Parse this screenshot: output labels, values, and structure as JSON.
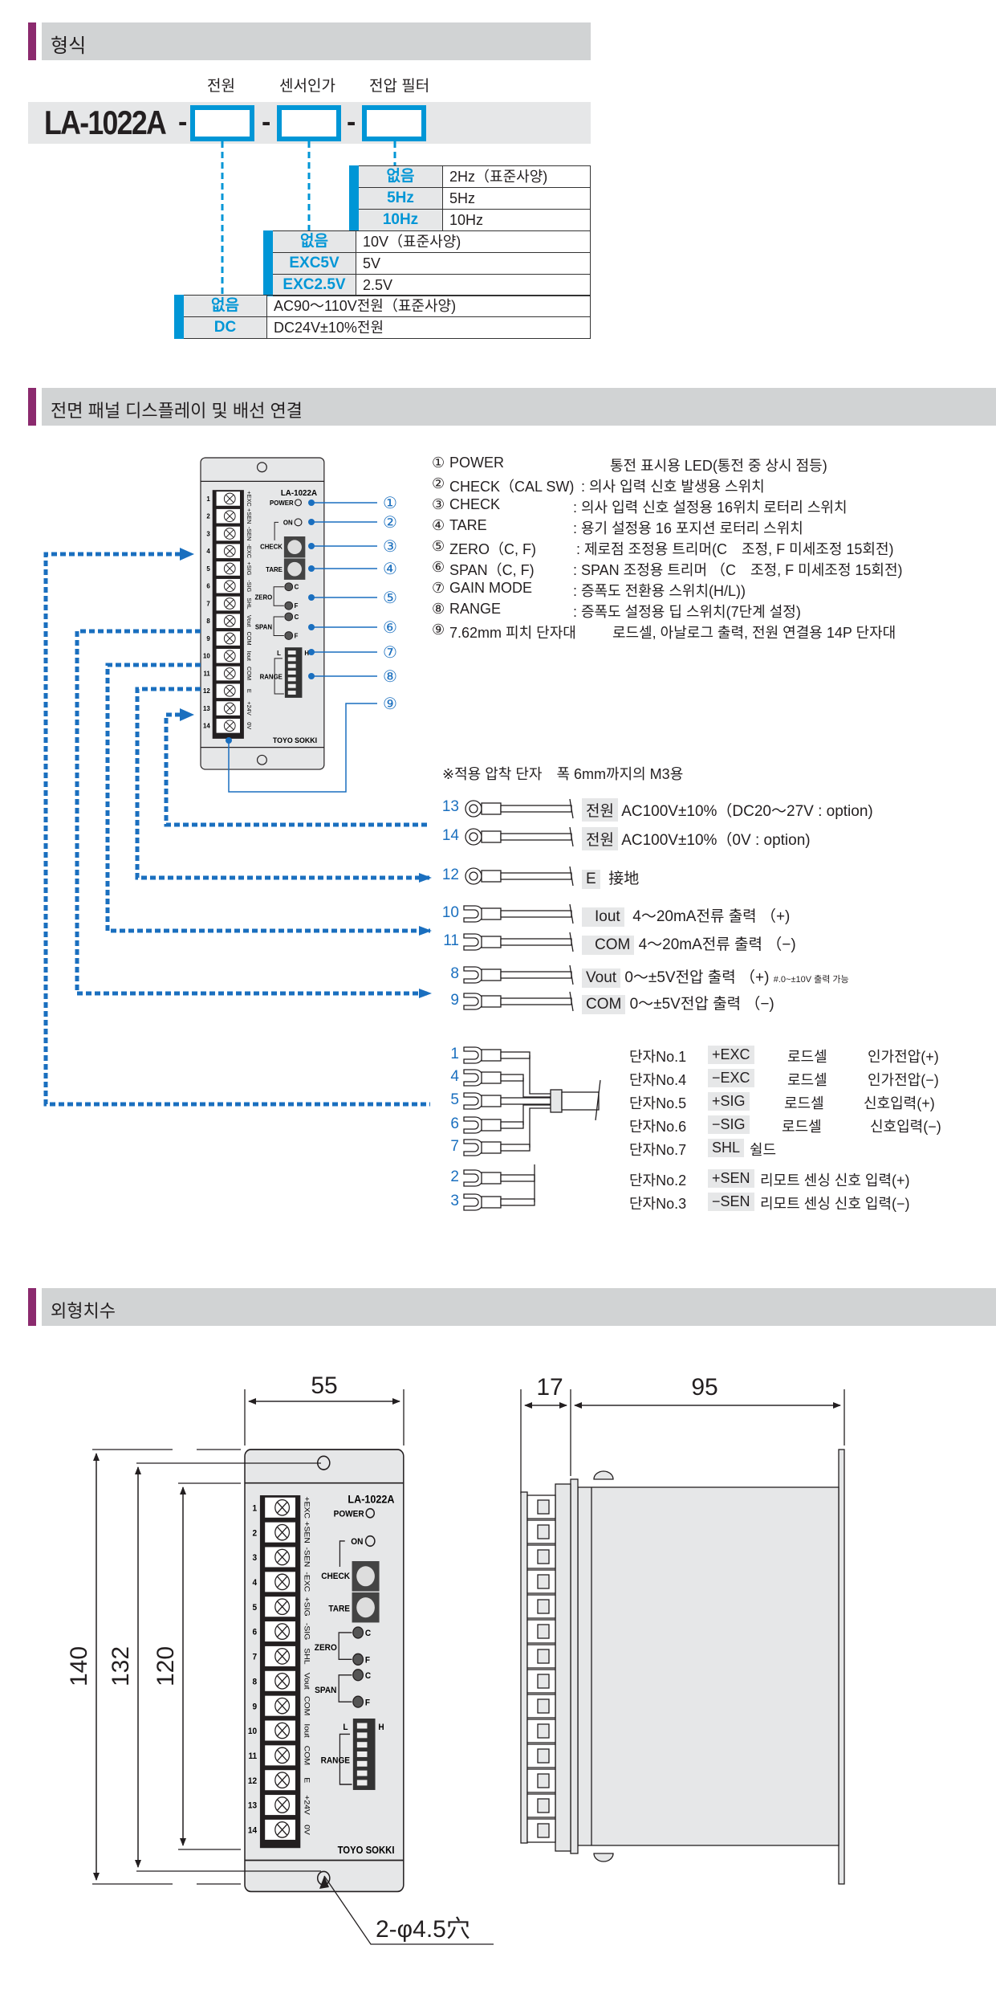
{
  "sections": {
    "format": "형식",
    "panel": "전면 패널 디스플레이 및 배선 연결",
    "dimensions": "외형치수"
  },
  "model": {
    "name": "LA-1022A",
    "separator": "-",
    "option_labels": [
      "전원",
      "센서인가",
      "전압 필터"
    ]
  },
  "option_tables": {
    "filter": [
      {
        "code": "없음",
        "value": "2Hz（표준사양)"
      },
      {
        "code": "5Hz",
        "value": "5Hz"
      },
      {
        "code": "10Hz",
        "value": "10Hz"
      }
    ],
    "sensor": [
      {
        "code": "없음",
        "value": "10V（표준사양)"
      },
      {
        "code": "EXC5V",
        "value": "5V"
      },
      {
        "code": "EXC2.5V",
        "value": "2.5V"
      }
    ],
    "power": [
      {
        "code": "없음",
        "value": "AC90～110V전원（표준사양)"
      },
      {
        "code": "DC",
        "value": "DC24V±10%전원"
      }
    ]
  },
  "legend": [
    {
      "num": "①",
      "label": "POWER",
      "desc": "통전 표시용 LED(통전 중 상시 점등)"
    },
    {
      "num": "②",
      "label": "CHECK（CAL SW)",
      "desc": ": 의사 입력 신호 발생용 스위치"
    },
    {
      "num": "③",
      "label": "CHECK",
      "desc": ": 의사 입력 신호 설정용 16위치 로터리 스위치"
    },
    {
      "num": "④",
      "label": "TARE",
      "desc": ": 용기 설정용 16 포지션 로터리 스위치"
    },
    {
      "num": "⑤",
      "label": "ZERO（C, F)",
      "desc": ": 제로점 조정용 트리머(C　조정,  F 미세조정 15회전)"
    },
    {
      "num": "⑥",
      "label": "SPAN（C, F)",
      "desc": ": SPAN 조정용 트리머 （C　조정,  F 미세조정 15회전)"
    },
    {
      "num": "⑦",
      "label": "GAIN MODE",
      "desc": ": 증폭도 전환용 스위치(H/L))"
    },
    {
      "num": "⑧",
      "label": "RANGE",
      "desc": ": 증폭도 설정용 딥 스위치(7단계 설정)"
    },
    {
      "num": "⑨",
      "label": "7.62mm 피치 단자대",
      "desc": "로드셀, 아날로그 출력, 전원 연결용 14P 단자대"
    }
  ],
  "panel": {
    "model": "LA-1022A",
    "power": "POWER",
    "on": "ON",
    "check": "CHECK",
    "tare": "TARE",
    "zero": "ZERO",
    "span": "SPAN",
    "range": "RANGE",
    "coarse": "C",
    "fine": "F",
    "low": "L",
    "high": "H",
    "brand": "TOYO SOKKI",
    "terminals": [
      {
        "no": "1",
        "label": "+EXC"
      },
      {
        "no": "2",
        "label": "+SEN"
      },
      {
        "no": "3",
        "label": "-SEN"
      },
      {
        "no": "4",
        "label": "-EXC"
      },
      {
        "no": "5",
        "label": "+SIG"
      },
      {
        "no": "6",
        "label": "-SIG"
      },
      {
        "no": "7",
        "label": "SHL"
      },
      {
        "no": "8",
        "label": "Vout"
      },
      {
        "no": "9",
        "label": "COM"
      },
      {
        "no": "10",
        "label": "Iout"
      },
      {
        "no": "11",
        "label": "COM"
      },
      {
        "no": "12",
        "label": "E"
      },
      {
        "no": "13",
        "label": "+24V"
      },
      {
        "no": "14",
        "label": "0V"
      }
    ]
  },
  "wiring": {
    "note": "※적용 압착 단자　폭 6mm까지의 M3용",
    "rows": [
      {
        "no": "13",
        "type": "ring",
        "tag": "전원",
        "desc": "AC100V±10%（DC20～27V : option)"
      },
      {
        "no": "14",
        "type": "ring",
        "tag": "전원",
        "desc": "AC100V±10%（0V : option)"
      },
      {
        "no": "12",
        "type": "ring",
        "tag": "E",
        "desc": "接地"
      },
      {
        "no": "10",
        "type": "fork",
        "tag": "Iout",
        "desc": "4～20mA전류 출력 （+)"
      },
      {
        "no": "11",
        "type": "fork",
        "tag": "COM",
        "desc": "4～20mA전류 출력 （−)"
      },
      {
        "no": "8",
        "type": "fork",
        "tag": "Vout",
        "desc": "0～±5V전압 출력 （+)",
        "note": "#.0~±10V 출력 가능"
      },
      {
        "no": "9",
        "type": "fork",
        "tag": "COM",
        "desc": "0～±5V전압 출력 （−)"
      }
    ]
  },
  "loadcell": {
    "rows": [
      {
        "no": "1",
        "term": "단자No.1",
        "tag": "+EXC",
        "what": "로드셀",
        "desc": "인가전압(+)"
      },
      {
        "no": "4",
        "term": "단자No.4",
        "tag": "−EXC",
        "what": "로드셀",
        "desc": "인가전압(−)"
      },
      {
        "no": "5",
        "term": "단자No.5",
        "tag": "+SIG",
        "what": "로드셀",
        "desc": "신호입력(+)"
      },
      {
        "no": "6",
        "term": "단자No.6",
        "tag": "−SIG",
        "what": "로드셀",
        "desc": "신호입력(−)"
      },
      {
        "no": "7",
        "term": "단자No.7",
        "tag": "SHL",
        "what": "",
        "desc": "쉴드"
      },
      {
        "no": "2",
        "term": "단자No.2",
        "tag": "+SEN",
        "what": "",
        "desc": "리모트 센싱 신호 입력(+)"
      },
      {
        "no": "3",
        "term": "단자No.3",
        "tag": "−SEN",
        "what": "",
        "desc": "리모트 센싱 신호 입력(−)"
      }
    ]
  },
  "dimensions": {
    "width": "55",
    "front_depth": "17",
    "depth": "95",
    "height": "140",
    "hole_pitch": "132",
    "inner_height": "120",
    "holes": "2-φ4.5穴"
  },
  "colors": {
    "accent": "#8b2a6e",
    "blue": "#0096d6",
    "wire_blue": "#1a6fbf",
    "header_gray": "#d1d3d4"
  }
}
